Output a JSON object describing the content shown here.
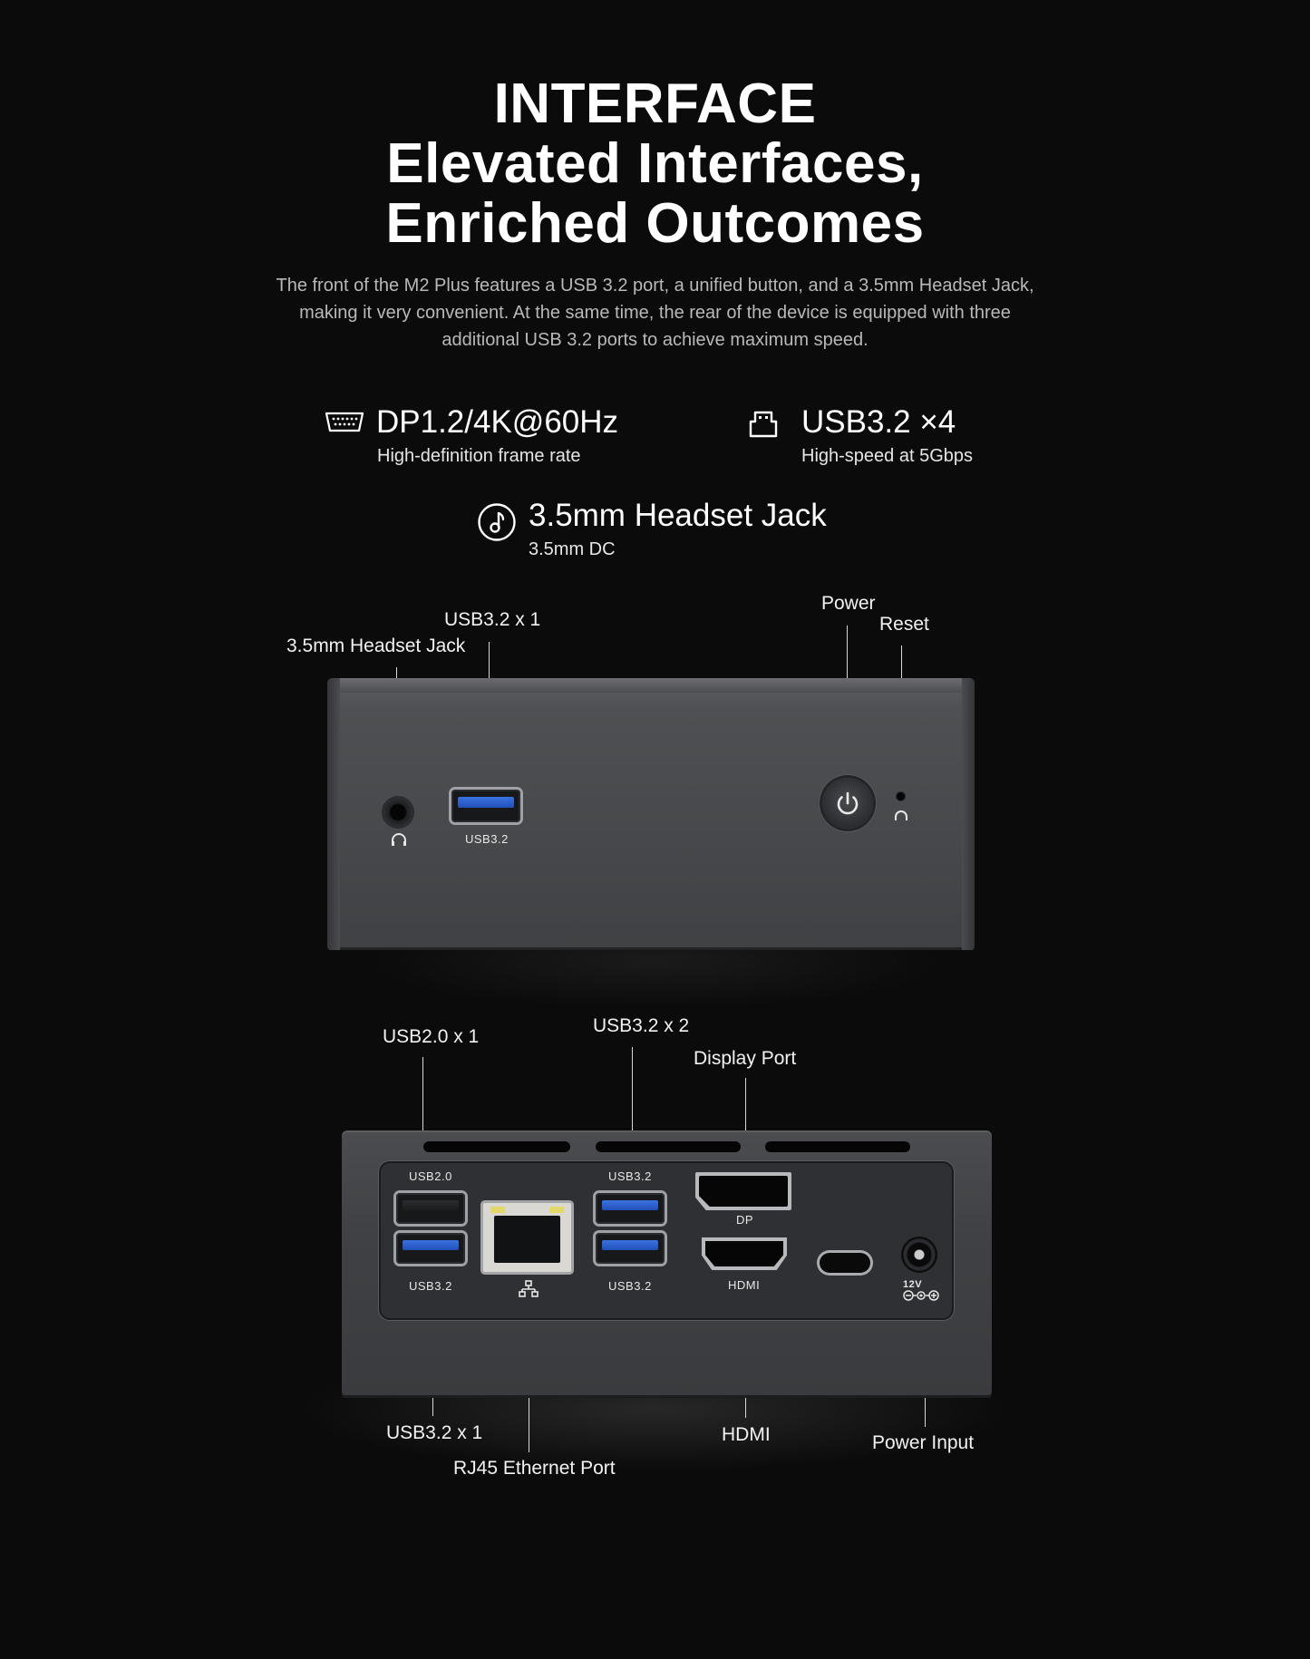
{
  "header": {
    "title_line1": "INTERFACE",
    "title_line2": "Elevated Interfaces,",
    "title_line3": "Enriched Outcomes",
    "description": "The front of the M2 Plus features a USB 3.2 port, a unified button, and a 3.5mm Headset Jack, making it very convenient. At the same time, the rear of the device is equipped with three additional USB 3.2 ports to achieve maximum speed."
  },
  "features": {
    "dp": {
      "icon": "displayport-icon",
      "title": "DP1.2/4K@60Hz",
      "subtitle": "High-definition frame rate"
    },
    "usb": {
      "icon": "usb-icon",
      "title": "USB3.2 ×4",
      "subtitle": "High-speed at 5Gbps"
    },
    "audio": {
      "icon": "headphone-note-icon",
      "title": "3.5mm Headset Jack",
      "subtitle": "3.5mm DC"
    }
  },
  "front_callouts": {
    "headset": "3.5mm Headset Jack",
    "usb": "USB3.2 x 1",
    "power": "Power",
    "reset": "Reset"
  },
  "front_port_labels": {
    "usb": "USB3.2"
  },
  "rear_callouts": {
    "usb20": "USB2.0 x 1",
    "usb32_pair": "USB3.2 x 2",
    "display_port": "Display Port",
    "usb32_single": "USB3.2 x 1",
    "rj45": "RJ45 Ethernet Port",
    "hdmi": "HDMI",
    "power_input": "Power Input"
  },
  "rear_port_labels": {
    "usb20": "USB2.0",
    "usb32_left": "USB3.2",
    "usb32_mid_top": "USB3.2",
    "usb32_mid_bottom": "USB3.2",
    "dp": "DP",
    "hdmi": "HDMI",
    "dc": "12V"
  },
  "colors": {
    "background": "#0b0b0b",
    "usb3_blue": "#2e62d0"
  }
}
